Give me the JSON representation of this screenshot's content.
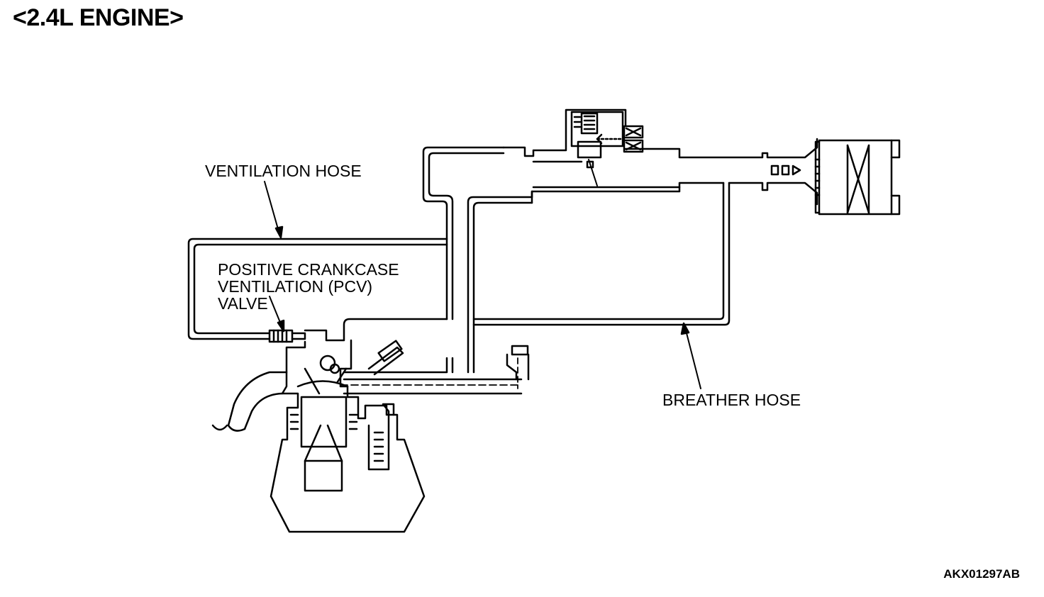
{
  "title": "<2.4L ENGINE>",
  "labels": {
    "ventilation_hose": "VENTILATION HOSE",
    "pcv_valve": [
      "POSITIVE CRANKCASE",
      "VENTILATION (PCV)",
      "VALVE"
    ],
    "breather_hose": "BREATHER HOSE"
  },
  "figure_code": "AKX01297AB",
  "colors": {
    "line": "#000000",
    "background": "#ffffff"
  }
}
